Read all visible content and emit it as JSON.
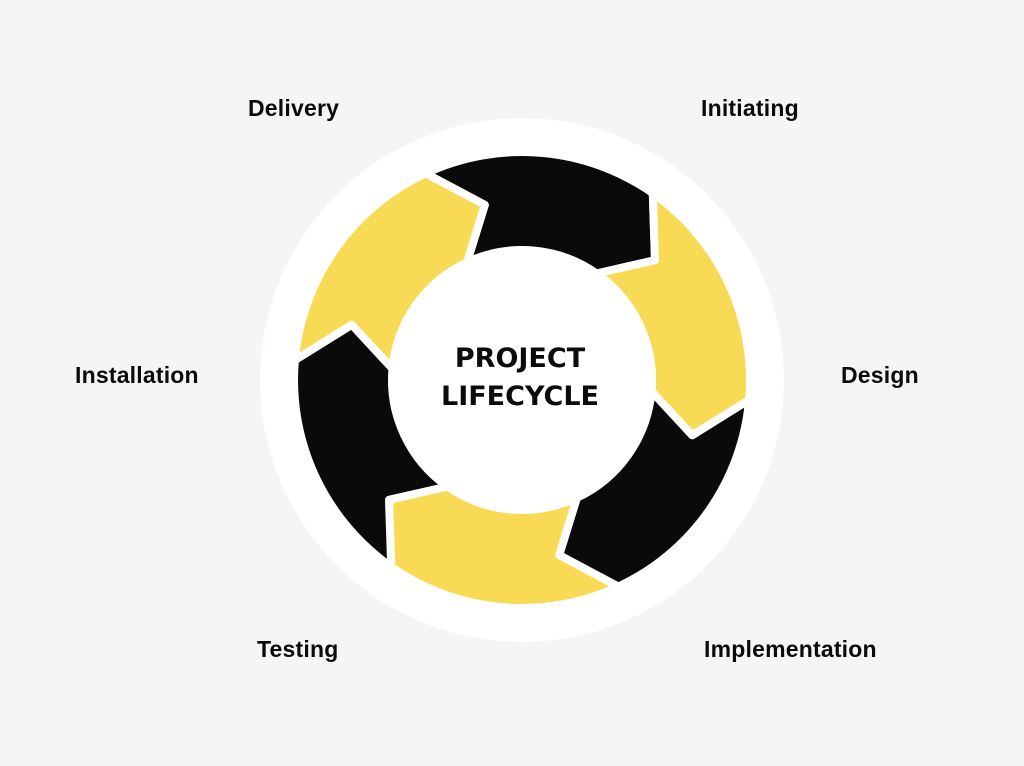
{
  "diagram": {
    "title_line1": "PROJECT",
    "title_line2": "LIFECYCLE",
    "stages": [
      {
        "name": "Initiating",
        "color": "#0a0a0b"
      },
      {
        "name": "Design",
        "color": "#f9da55"
      },
      {
        "name": "Implementation",
        "color": "#0a0a0b"
      },
      {
        "name": "Testing",
        "color": "#f9da55"
      },
      {
        "name": "Installation",
        "color": "#0a0a0b"
      },
      {
        "name": "Delivery",
        "color": "#f9da55"
      }
    ]
  },
  "colors": {
    "background": "#f6f5f3",
    "ring": "#ffffff",
    "dark": "#0a0a0b",
    "yellow": "#f9da55",
    "text": "#0b0b0c"
  }
}
